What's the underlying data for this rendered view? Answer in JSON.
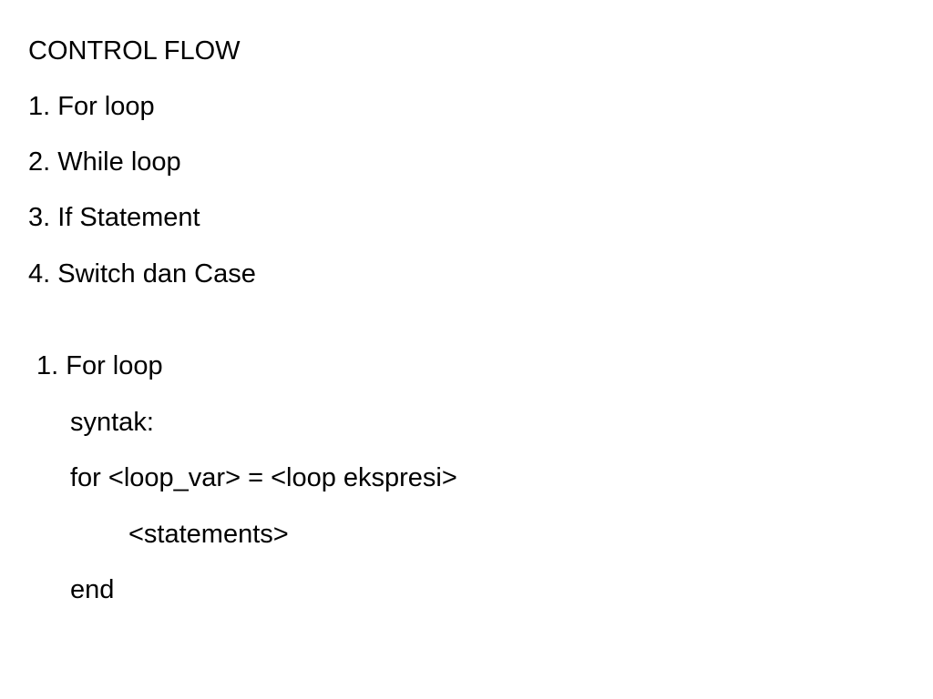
{
  "title": "CONTROL FLOW",
  "outline": [
    "1. For loop",
    "2. While loop",
    "3. If Statement",
    "4. Switch dan Case"
  ],
  "section": {
    "heading": "1. For loop",
    "syntax_label": "syntak:",
    "code": {
      "for_line": "for <loop_var> = <loop ekspresi>",
      "body_line": "<statements>",
      "end_line": "end"
    }
  }
}
